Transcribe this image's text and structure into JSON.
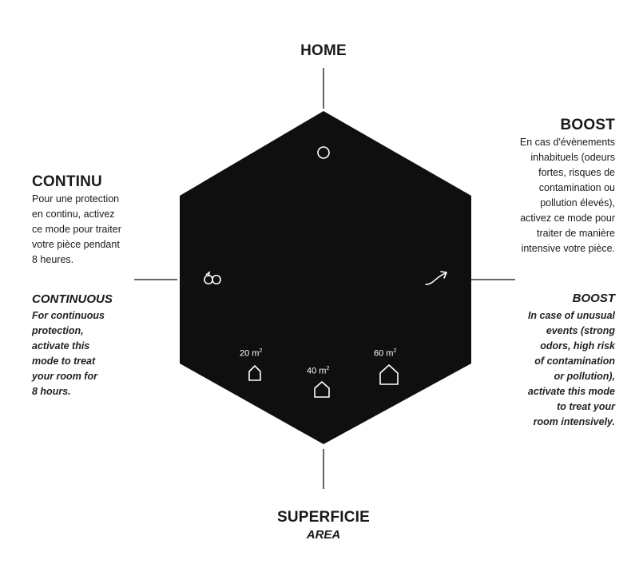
{
  "modes": {
    "home": {
      "title": "HOME"
    },
    "boost": {
      "title": "BOOST",
      "lines": [
        "En cas d'évènements",
        "inhabituels (odeurs",
        "fortes, risques de",
        "contamination ou",
        "pollution élevés),",
        "activez ce mode pour",
        "traiter de manière",
        "intensive votre pièce."
      ],
      "title_en": "BOOST",
      "lines_en": [
        "In case of unusual",
        "events (strong",
        "odors, high risk",
        "of contamination",
        "or pollution),",
        "activate this mode",
        "to treat your",
        "room intensively."
      ]
    },
    "continu": {
      "title": "CONTINU",
      "lines": [
        "Pour une protection",
        "en continu, activez",
        "ce mode pour traiter",
        "votre pièce pendant",
        "8 heures."
      ],
      "title_en": "CONTINUOUS",
      "lines_en": [
        "For continuous",
        "protection,",
        "activate this",
        "mode to treat",
        "your room for",
        "8 hours."
      ]
    },
    "area": {
      "title": "SUPERFICIE",
      "title_en": "AREA"
    }
  },
  "areas": [
    {
      "value": "20 m",
      "unit_sup": "2"
    },
    {
      "value": "40 m",
      "unit_sup": "2"
    },
    {
      "value": "60 m",
      "unit_sup": "2"
    }
  ],
  "icons": [
    "circle-icon",
    "infinity-icon",
    "arrow-up-right-icon",
    "house-small-icon",
    "house-medium-icon",
    "house-large-icon"
  ],
  "colors": {
    "hexagon": "#0f0f0f",
    "line": "#333333",
    "icon": "#ffffff"
  }
}
